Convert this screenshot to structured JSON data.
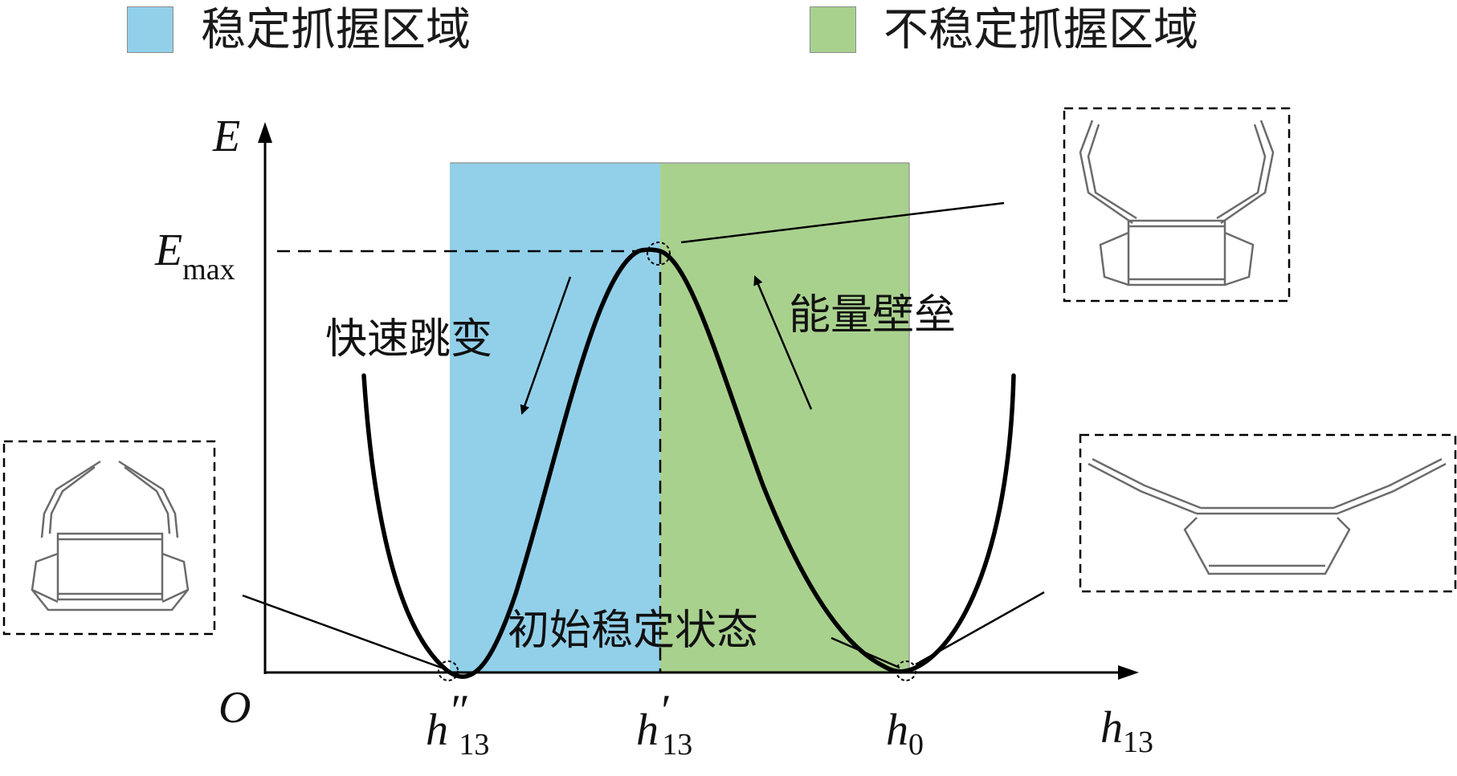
{
  "legend": {
    "stable": {
      "label": "稳定抓握区域",
      "color": "#92d0ea"
    },
    "unstable": {
      "label": "不稳定抓握区域",
      "color": "#a9d18e"
    }
  },
  "axes": {
    "y_axis_label": "E",
    "origin_label": "O",
    "x_axis_label": "h",
    "x_axis_label_sub": "13"
  },
  "levels": {
    "emax_label": "E",
    "emax_sub": "max"
  },
  "ticks": {
    "h13_double_prime": {
      "main": "h",
      "prime": "″",
      "sub": "13"
    },
    "h13_prime": {
      "main": "h",
      "prime": "′",
      "sub": "13"
    },
    "h0": {
      "main": "h",
      "sub": "0"
    }
  },
  "annotations": {
    "snap_through": "快速跳变",
    "energy_barrier": "能量壁垒",
    "initial_stable_state": "初始稳定状态"
  },
  "colors": {
    "curve": "#000000",
    "stable_region": "#92d0ea",
    "unstable_region": "#a9d18e"
  }
}
